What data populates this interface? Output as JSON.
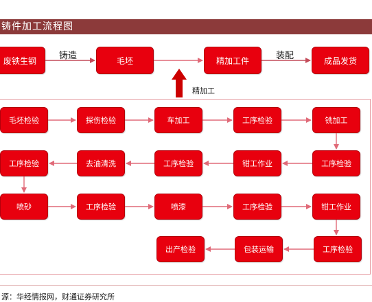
{
  "title": "铸件加工流程图",
  "top_flow": {
    "nodes": [
      "废铁生钢",
      "毛坯",
      "精加工件",
      "成品发货"
    ],
    "labels": {
      "cast": "铸造",
      "assemble": "装配",
      "finish": "精加工"
    }
  },
  "process": {
    "row1": [
      "毛坯检验",
      "探伤检验",
      "车加工",
      "工序检验",
      "铣加工"
    ],
    "row2": [
      "工序检验",
      "去油清洗",
      "工序检验",
      "钳工作业",
      "工序检验"
    ],
    "row3": [
      "喷砂",
      "工序检验",
      "喷漆",
      "工序检验",
      "钳工作业"
    ],
    "row4": [
      "出产检验",
      "包装运输",
      "工序检验"
    ]
  },
  "source": "源：华经情报网，财通证券研究所",
  "colors": {
    "node_fill": "#e8000e",
    "title_bar": "#8c3a3a",
    "arrow": "#e06a78",
    "big_arrow": "#cc0000"
  }
}
